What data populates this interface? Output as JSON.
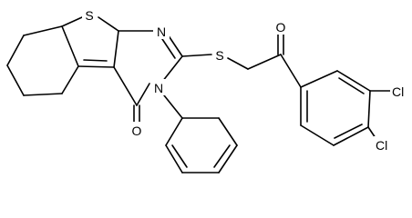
{
  "molecule": {
    "atoms": {
      "s_thiophene": "S",
      "n_pyrimidine_top": "N",
      "n_pyrimidine_phenyl": "N",
      "o_carbonyl_ring": "O",
      "s_thioether": "S",
      "o_ketone": "O",
      "cl_meta": "Cl",
      "cl_para": "Cl"
    }
  }
}
